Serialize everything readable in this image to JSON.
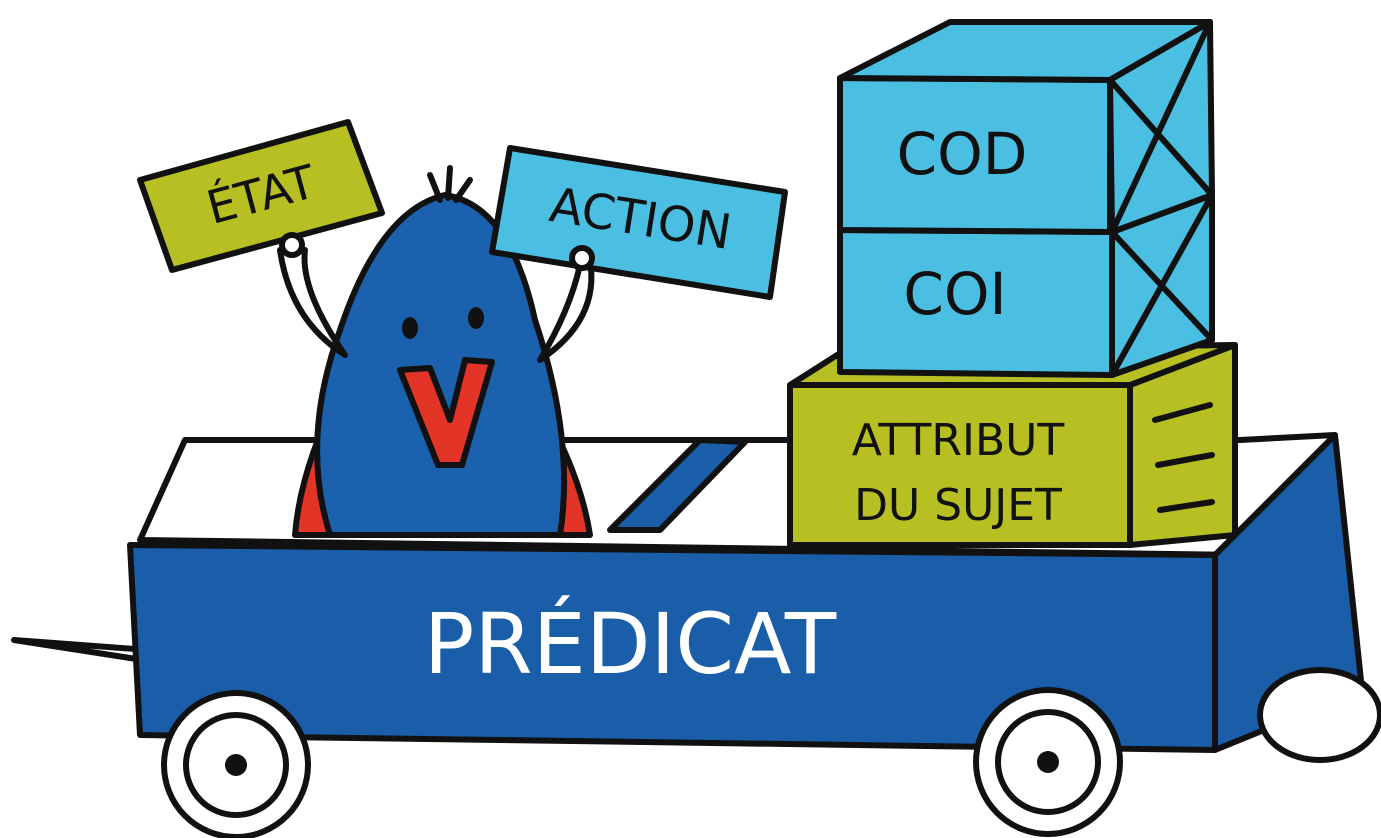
{
  "labels": {
    "etat": "ÉTAT",
    "action": "ACTION",
    "cod": "COD",
    "coi": "COI",
    "attribut_line1": "ATTRIBUT",
    "attribut_line2": "DU SUJET",
    "predicat": "PRÉDICAT",
    "verb_letter": "V"
  },
  "colors": {
    "blue_wagon": "#1a5eaa",
    "blue_character": "#1b61ad",
    "light_blue": "#4bbfe2",
    "olive": "#b7bf22",
    "red": "#e23427",
    "outline": "#111111",
    "white": "#ffffff"
  }
}
